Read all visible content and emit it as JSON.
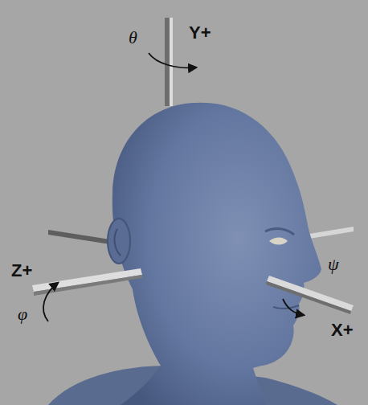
{
  "diagram": {
    "labels": [
      "Y+",
      "θ",
      "Z+",
      "φ",
      "ψ",
      "X+"
    ]
  }
}
